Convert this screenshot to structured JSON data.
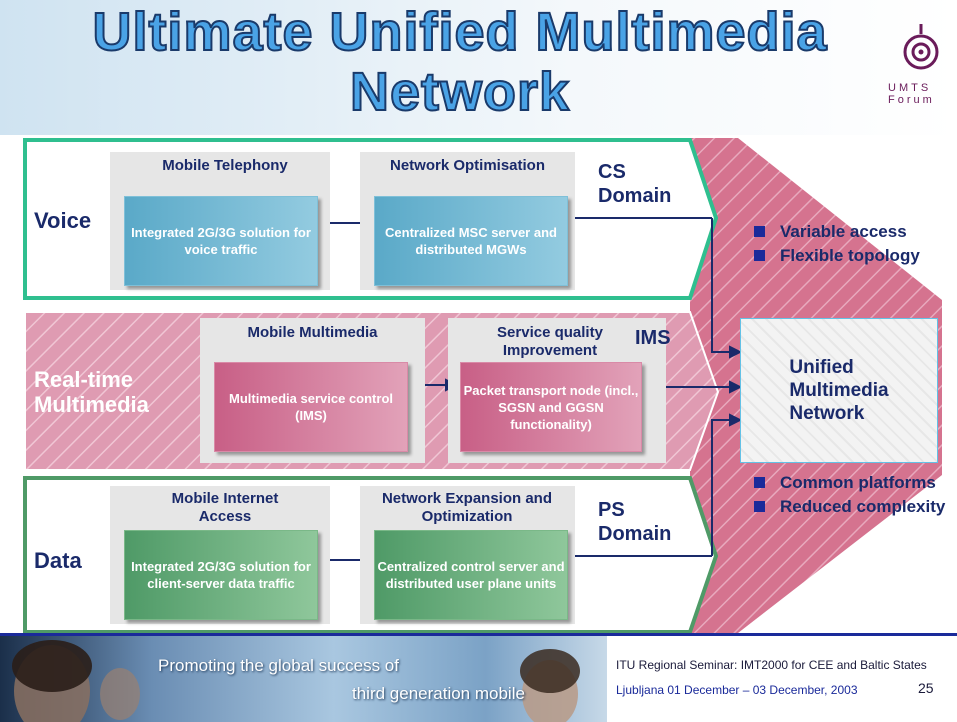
{
  "title": {
    "line1": "Ultimate Unified Multimedia",
    "line2": "Network"
  },
  "logo": {
    "text": "UMTS Forum"
  },
  "rows": {
    "voice": {
      "label": "Voice",
      "col1_head": "Mobile Telephony",
      "col1_box": "Integrated 2G/3G solution for voice traffic",
      "col2_head": "Network Optimisation",
      "col2_box": "Centralized MSC server and distributed MGWs",
      "domain_line1": "CS",
      "domain_line2": "Domain"
    },
    "realtime": {
      "label_line1": "Real-time",
      "label_line2": "Multimedia",
      "col1_head": "Mobile Multimedia",
      "col1_box": "Multimedia service control (IMS)",
      "col2_head": "Service quality Improvement",
      "col2_box": "Packet transport node (incl., SGSN and GGSN functionality)",
      "domain": "IMS"
    },
    "data": {
      "label": "Data",
      "col1_head": "Mobile Internet Access",
      "col1_box": "Integrated 2G/3G solution for client-server data traffic",
      "col2_head": "Network Expansion and Optimization",
      "col2_box": "Centralized control server and distributed user plane units",
      "domain_line1": "PS",
      "domain_line2": "Domain"
    }
  },
  "unified": {
    "line1": "Unified",
    "line2": "Multimedia",
    "line3": "Network"
  },
  "bullets_top": [
    "Variable access",
    "Flexible topology"
  ],
  "bullets_bottom": [
    "Common platforms",
    "Reduced complexity"
  ],
  "banner": {
    "line1": "Promoting the global success of",
    "line2": "third generation mobile"
  },
  "footer": {
    "seminar": "ITU Regional Seminar: IMT2000 for CEE and Baltic States",
    "location": "Ljubljana 01 December – 03 December, 2003",
    "page": "25"
  },
  "colors": {
    "navy": "#1a2a6a",
    "teal_border": "#2fbf8f",
    "pink": "#c65b85",
    "green_border": "#4f9a67"
  }
}
